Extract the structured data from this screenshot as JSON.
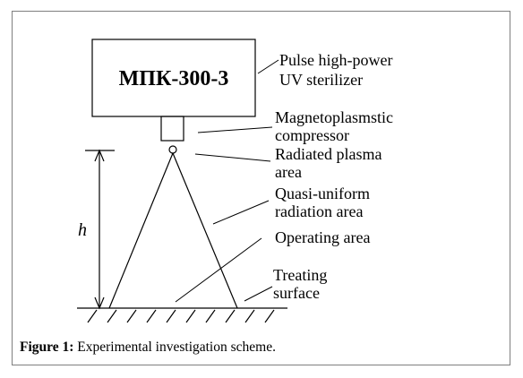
{
  "device": {
    "label": "МПК-300-3"
  },
  "annotations": {
    "sterilizer": [
      "Pulse high-power",
      "UV sterilizer"
    ],
    "compressor": [
      "Magnetoplasmstic",
      "compressor"
    ],
    "plasma": [
      "Radiated plasma",
      "area"
    ],
    "uniform": [
      "Quasi-uniform",
      "radiation area"
    ],
    "operating": [
      "Operating area"
    ],
    "surface": [
      "Treating",
      "surface"
    ]
  },
  "height_label": "h",
  "caption": {
    "label": "Figure 1:",
    "text": " Experimental investigation scheme."
  }
}
